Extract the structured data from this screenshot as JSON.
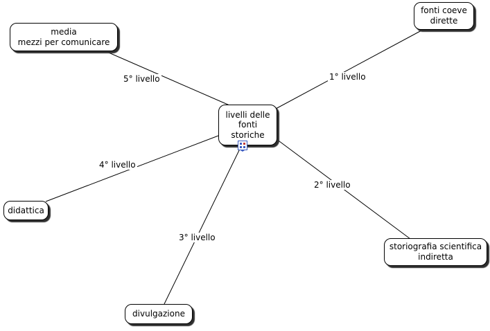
{
  "nodes": {
    "center": "livelli delle\nfonti\nstoriche",
    "media": "media\nmezzi per comunicare",
    "fonti_coeve": "fonti coeve\ndirette",
    "didattica": "didattica",
    "divulgazione": "divulgazione",
    "storiografia": "storiografia scientifica\nindiretta"
  },
  "edges": {
    "l1": "1° livello",
    "l2": "2° livello",
    "l3": "3° livello",
    "l4": "4° livello",
    "l5": "5° livello"
  },
  "icons": {
    "attached_resource": "resource-link-icon"
  },
  "colors": {
    "node_fill": "#ffffff",
    "node_border": "#000000",
    "line": "#000000",
    "shadow": "#2f2f2f",
    "resource_icon_accent": "#3b5bc0"
  }
}
